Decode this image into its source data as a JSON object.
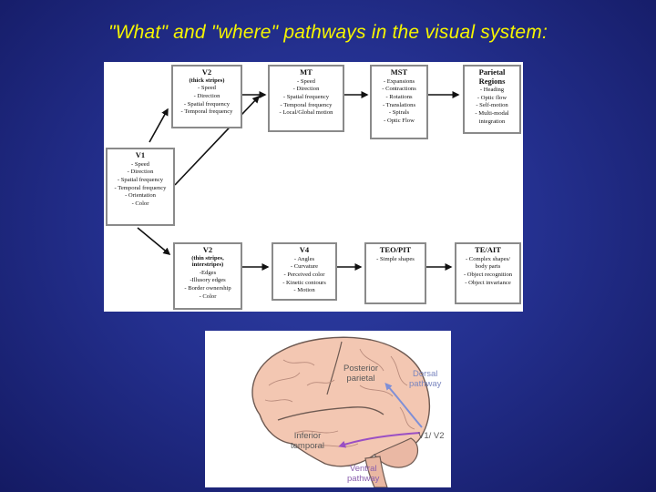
{
  "slide": {
    "title": "\"What\" and \"where\" pathways in the visual system:"
  },
  "flowchart": {
    "v1": {
      "title": "V1",
      "items": [
        "- Speed",
        "- Direction",
        "- Spatial frequency",
        "- Temporal frequency",
        "- Orientation",
        "- Color"
      ]
    },
    "dorsal": [
      {
        "title": "V2",
        "subtitle": "(thick stripes)",
        "items": [
          "- Speed",
          "- Direction",
          "- Spatial frequency",
          "- Temporal frequency"
        ]
      },
      {
        "title": "MT",
        "items": [
          "- Speed",
          "- Direction",
          "- Spatial frequency",
          "- Temporal frequency",
          "- Local/Global motion"
        ]
      },
      {
        "title": "MST",
        "items": [
          "- Expansions",
          "- Contractions",
          "- Rotations",
          "- Translations",
          "- Spirals",
          "- Optic Flow"
        ]
      },
      {
        "title": "Parietal",
        "title2": "Regions",
        "items": [
          "- Heading",
          "- Optic flow",
          "- Self-motion",
          "- Multi-modal",
          "integration"
        ]
      }
    ],
    "ventral": [
      {
        "title": "V2",
        "subtitle": "(thin stripes,",
        "subtitle2": "interstripes)",
        "items": [
          "-Edges",
          "-Illusory edges",
          "- Border ownership",
          "- Color"
        ]
      },
      {
        "title": "V4",
        "items": [
          "- Angles",
          "- Curvature",
          "- Perceived color",
          "- Kinetic contours",
          "- Motion"
        ]
      },
      {
        "title": "TEO/PIT",
        "items": [
          "- Simple shapes"
        ]
      },
      {
        "title": "TE/AIT",
        "items": [
          "- Complex shapes/",
          "body parts",
          "- Object recognition",
          "- Object invariance"
        ]
      }
    ]
  },
  "brain": {
    "posterior_parietal": "Posterior\nparietal",
    "dorsal_pathway": "Dorsal\npathway",
    "v1v2": "V1/ V2",
    "inferior_temporal": "Inferior\ntemporal",
    "ventral_pathway": "Ventral\npathway",
    "colors": {
      "dorsal_arrow": "#7f8fd6",
      "ventral_arrow": "#9a4fc4",
      "cortex": "#f3c7b2"
    }
  }
}
